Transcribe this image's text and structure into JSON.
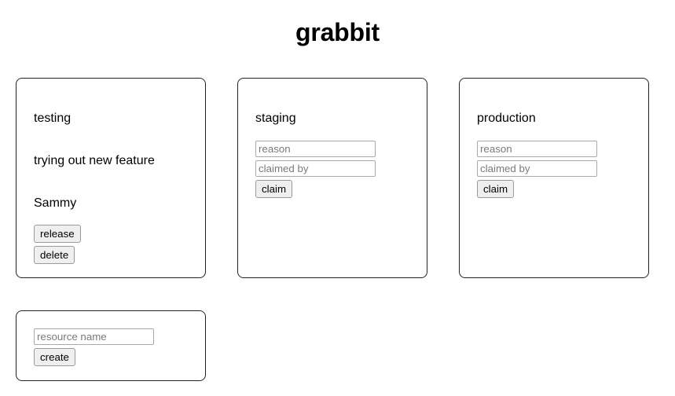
{
  "app": {
    "title": "grabbit"
  },
  "resources": [
    {
      "name": "testing",
      "claimed": true,
      "reason": "trying out new feature",
      "claimed_by": "Sammy",
      "release_label": "release",
      "delete_label": "delete"
    },
    {
      "name": "staging",
      "claimed": false,
      "reason_placeholder": "reason",
      "claimed_by_placeholder": "claimed by",
      "claim_label": "claim"
    },
    {
      "name": "production",
      "claimed": false,
      "reason_placeholder": "reason",
      "claimed_by_placeholder": "claimed by",
      "claim_label": "claim"
    }
  ],
  "create": {
    "resource_name_placeholder": "resource name",
    "resource_name_value": "",
    "create_label": "create"
  },
  "colors": {
    "card_border": "#222222",
    "input_border": "#a9a9a9",
    "button_bg": "#efefef",
    "button_border": "#9a9a9a",
    "placeholder": "#7a7a7a",
    "text": "#000000",
    "background": "#ffffff"
  }
}
